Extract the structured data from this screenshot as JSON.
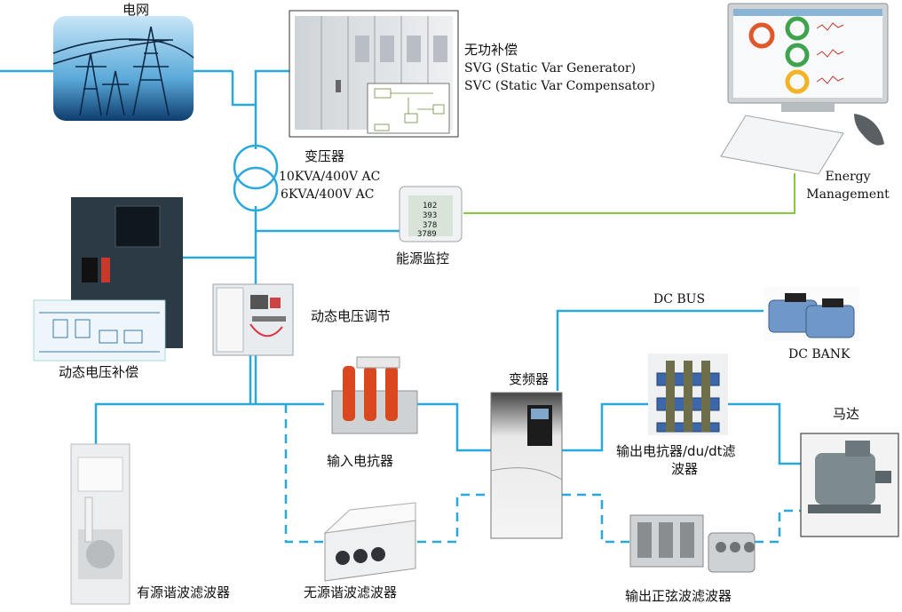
{
  "colors": {
    "power_line": "#29a8de",
    "comm_line": "#8cc63f",
    "cabinet": "#2b3a45",
    "panel": "#e3e6e8"
  },
  "labels": {
    "grid": "电网",
    "reactive_comp": "无功补偿",
    "svg": "SVG (Static Var Generator)",
    "svc": "SVC (Static Var Compensator)",
    "transformer": "变压器",
    "transformer_spec1": "10KVA/400V AC",
    "transformer_spec2": "6KVA/400V AC",
    "energy_mgmt_line1": "Energy",
    "energy_mgmt_line2": "Management",
    "energy_monitor": "能源监控",
    "dvr": "动态电压补偿",
    "dvc": "动态电压调节",
    "dc_bus": "DC BUS",
    "dc_bank": "DC BANK",
    "vfd": "变频器",
    "motor": "马达",
    "input_reactor": "输入电抗器",
    "output_reactor_line1": "输出电抗器/du/dt滤",
    "output_reactor_line2": "波器",
    "active_filter": "有源谐波滤波器",
    "passive_filter": "无源谐波滤波器",
    "sine_filter": "输出正弦波滤波器"
  },
  "meter_readings": [
    "102",
    "393",
    "378",
    "3789"
  ]
}
